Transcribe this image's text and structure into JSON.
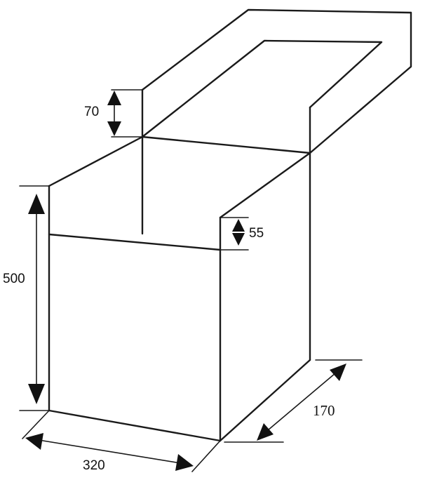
{
  "dimensions": {
    "height_total": "500",
    "width": "320",
    "depth": "170",
    "top_frame_height": "70",
    "step_height": "55"
  }
}
